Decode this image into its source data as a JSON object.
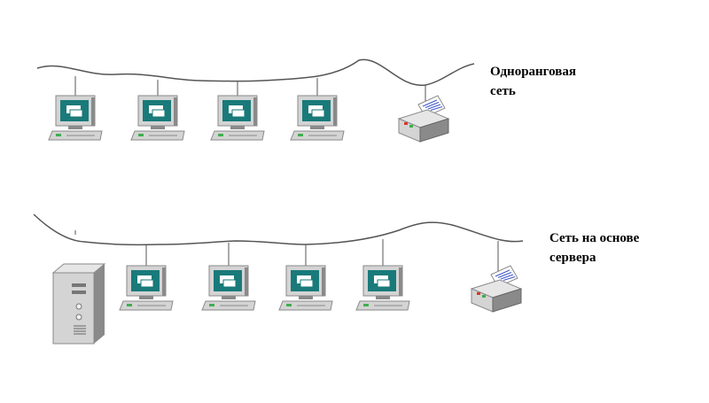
{
  "diagrams": [
    {
      "id": "peer-to-peer",
      "label_lines": [
        "Одноранговая",
        "сеть"
      ],
      "devices": [
        "workstation",
        "workstation",
        "workstation",
        "workstation",
        "printer"
      ]
    },
    {
      "id": "server-based",
      "label_lines": [
        "Сеть на основе",
        "сервера"
      ],
      "devices": [
        "server",
        "workstation",
        "workstation",
        "workstation",
        "workstation",
        "printer"
      ]
    }
  ],
  "colors": {
    "cable": "#555555",
    "device_body": "#d4d4d4",
    "device_shadow": "#8a8a8a",
    "screen": "#1a7a7a",
    "window": "#ffffff",
    "led_green": "#3fae4f",
    "led_red": "#d83a2a",
    "paper_blue": "#3a55c8"
  }
}
